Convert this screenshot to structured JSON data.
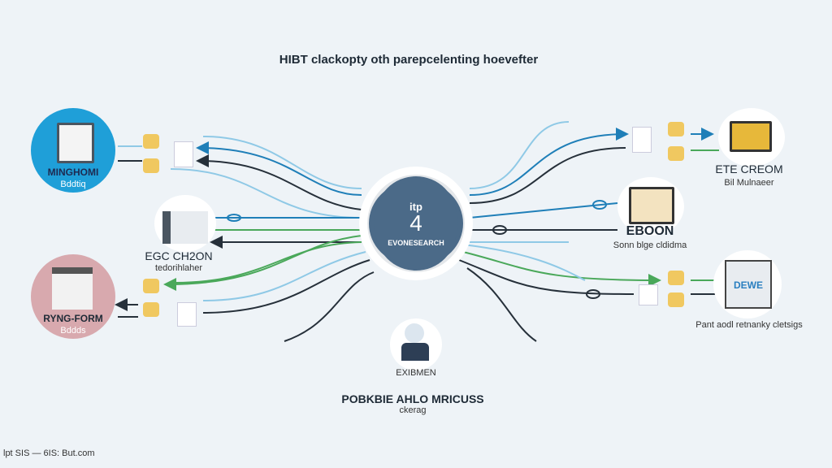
{
  "title": "HIBT clackopty oth parepcelenting hoevefter",
  "center": {
    "top": "itp",
    "number": "4",
    "bottom": "EVONESEARCH"
  },
  "left_nodes": [
    {
      "name": "MINGHOMI",
      "sub": "Bddtiq",
      "color": "#1f9fd8"
    },
    {
      "name": "EGC CH2ON",
      "sub": "tedorihlaher"
    },
    {
      "name": "RYNG-FORM",
      "sub": "Bddds",
      "color": "#d8a9ae"
    }
  ],
  "right_nodes": [
    {
      "name": "ETE CREOM",
      "sub": "Bil Mulnaeer"
    },
    {
      "name": "EBOON",
      "sub": "Sonn blge cldidma"
    },
    {
      "name": "",
      "sub": "Pant aodl retnanky cletsigs",
      "box_text": "DEWE"
    }
  ],
  "bottom_node": {
    "name": "EXIBMEN",
    "caption": "POBKBIE AHLO MRICUSS",
    "sub": "ckerag"
  },
  "footer": "lpt SIS — 6IS: But.com",
  "colors": {
    "blue": "#1f7fb8",
    "light_blue": "#8fc9e6",
    "green": "#4aa85a",
    "dark": "#26303a",
    "gear": "#4b6a88",
    "coin": "#f0c860"
  }
}
